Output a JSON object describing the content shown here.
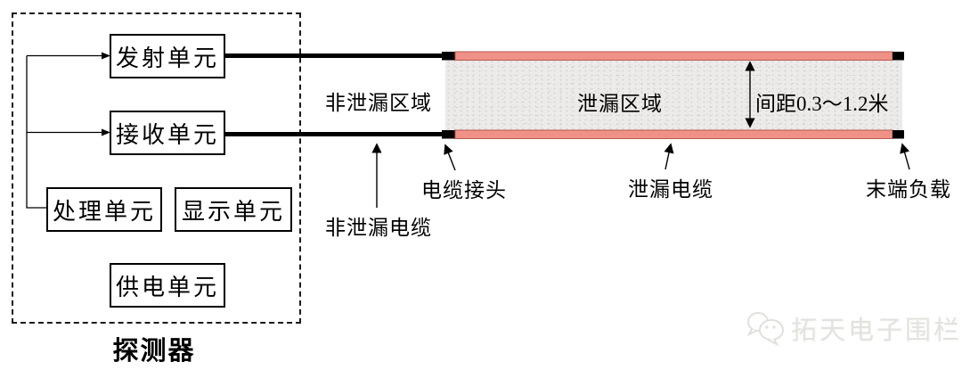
{
  "detector": {
    "label": "探测器",
    "units": [
      {
        "label": "发射单元"
      },
      {
        "label": "接收单元"
      },
      {
        "label": "处理单元"
      },
      {
        "label": "显示单元"
      },
      {
        "label": "供电单元"
      }
    ]
  },
  "zones": {
    "non_leak_zone": "非泄漏区域",
    "leak_zone": "泄漏区域",
    "spacing": "间距0.3～1.2米"
  },
  "callouts": {
    "cable_joint": "电缆接头",
    "non_leak_cable": "非泄漏电缆",
    "leaky_cable": "泄漏电缆",
    "end_load": "末端负载"
  },
  "watermark": {
    "icon": "wechat-icon",
    "text": "拓天电子围栏"
  },
  "colors": {
    "leaky_cable_fill": "#EF9186",
    "leaky_cable_edge": "#B55A50",
    "cable_black": "#000000",
    "leak_area_fill": "#EDEBE9",
    "watermark_gray": "#E2E2DE"
  }
}
